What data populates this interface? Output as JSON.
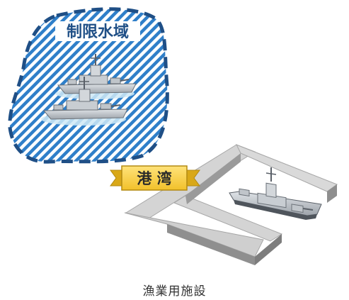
{
  "restricted_area": {
    "label": "制限水域"
  },
  "port": {
    "label": "港 湾"
  },
  "caption": "漁業用施設",
  "colors": {
    "hatch_blue": "#2f7fc9",
    "border_navy": "#1f4f86",
    "label_gold": "#f6cf36",
    "label_gold_dark": "#b38a12",
    "pier_top": "#d4d4d4",
    "pier_side": "#8e8e8e",
    "ship_hull": "#b9bec4",
    "ship_dark": "#5a6068"
  },
  "icons": {
    "destroyer_top": "warship-icon",
    "destroyer_bottom": "warship-icon",
    "port_ship": "warship-icon"
  }
}
